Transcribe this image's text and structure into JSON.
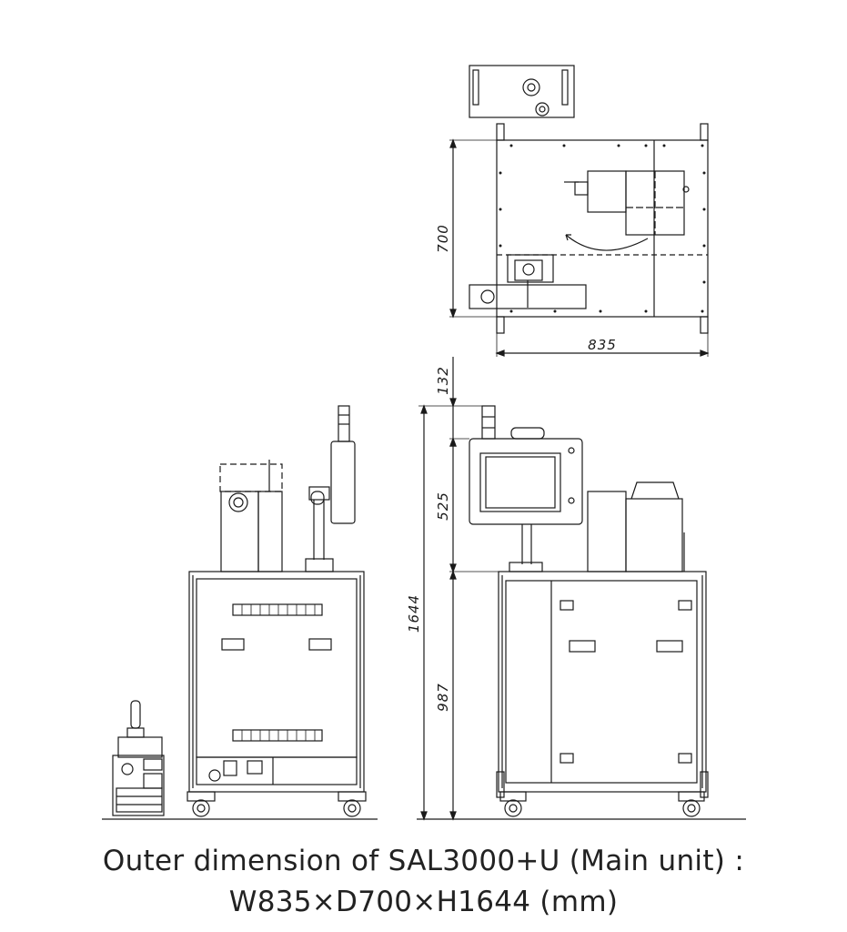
{
  "dimensions": {
    "width": "835",
    "depth": "700",
    "height_total": "1644",
    "top_offset": "132",
    "monitor_section": "525",
    "cabinet_height": "987"
  },
  "caption": {
    "line1": "Outer dimension of SAL3000+U (Main unit) :",
    "line2": "W835×D700×H1644 (mm)"
  },
  "colors": {
    "line": "#1a1a1a",
    "background": "#ffffff"
  }
}
